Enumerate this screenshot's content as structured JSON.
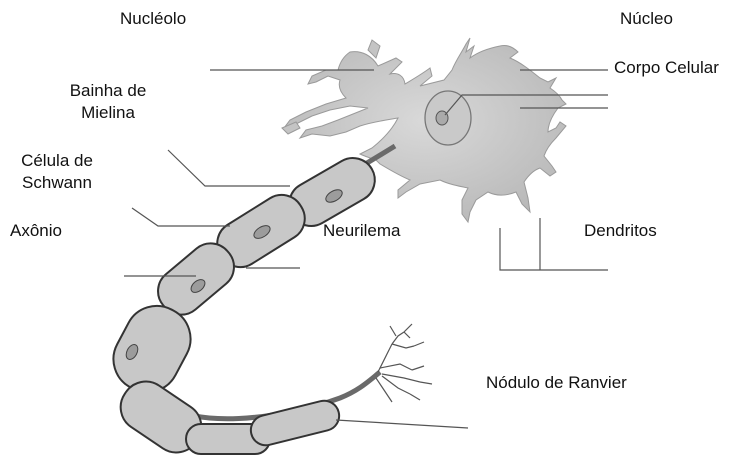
{
  "diagram": {
    "labels": {
      "nucleolo": "Nucléolo",
      "nucleo": "Núcleo",
      "bainha_line1": "Bainha de",
      "bainha_line2": "Mielina",
      "corpo_celular": "Corpo Celular",
      "celula_line1": "Célula de",
      "celula_line2": "Schwann",
      "axonio": "Axônio",
      "neurilema": "Neurilema",
      "dendritos": "Dendritos",
      "nodulo": "Nódulo de Ranvier"
    }
  }
}
